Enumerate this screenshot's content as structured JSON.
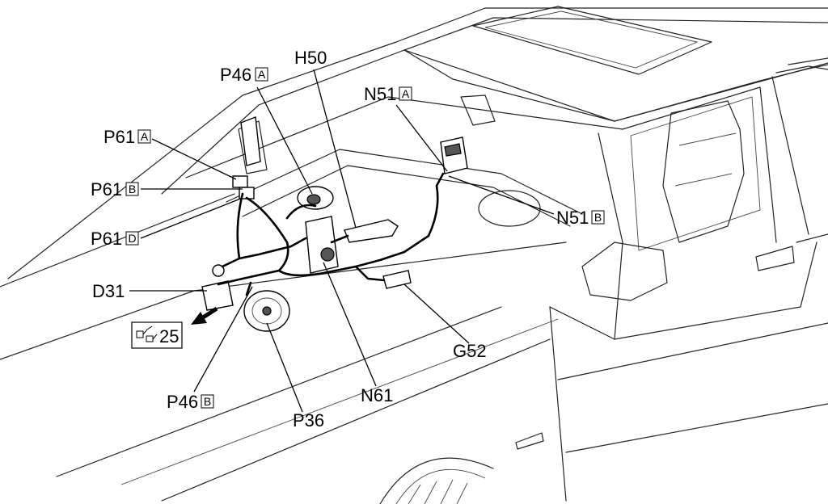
{
  "callouts": {
    "h50": "H50",
    "p46": "P46",
    "n51": "N51",
    "p61": "P61",
    "d31": "D31",
    "g52": "G52",
    "n61": "N61",
    "p36": "P36"
  },
  "variants": {
    "a": "A",
    "b": "B",
    "d": "D"
  },
  "reference": {
    "page": "25"
  },
  "icons": {
    "direction": "arrow-left-down-icon",
    "connector_reference": "connector-icon"
  },
  "colors": {
    "line": "#000000",
    "background": "#ffffff"
  }
}
